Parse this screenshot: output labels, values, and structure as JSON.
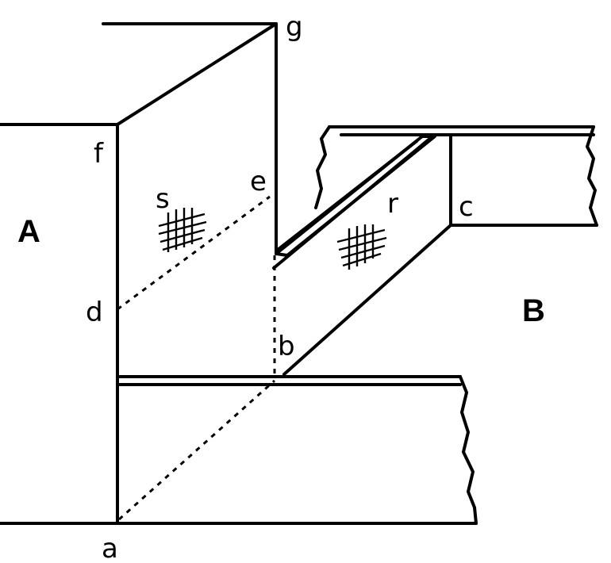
{
  "labels": {
    "A": "A",
    "B": "B",
    "a": "a",
    "b": "b",
    "c": "c",
    "d": "d",
    "e": "e",
    "f": "f",
    "g": "g",
    "r": "r",
    "s": "s"
  }
}
